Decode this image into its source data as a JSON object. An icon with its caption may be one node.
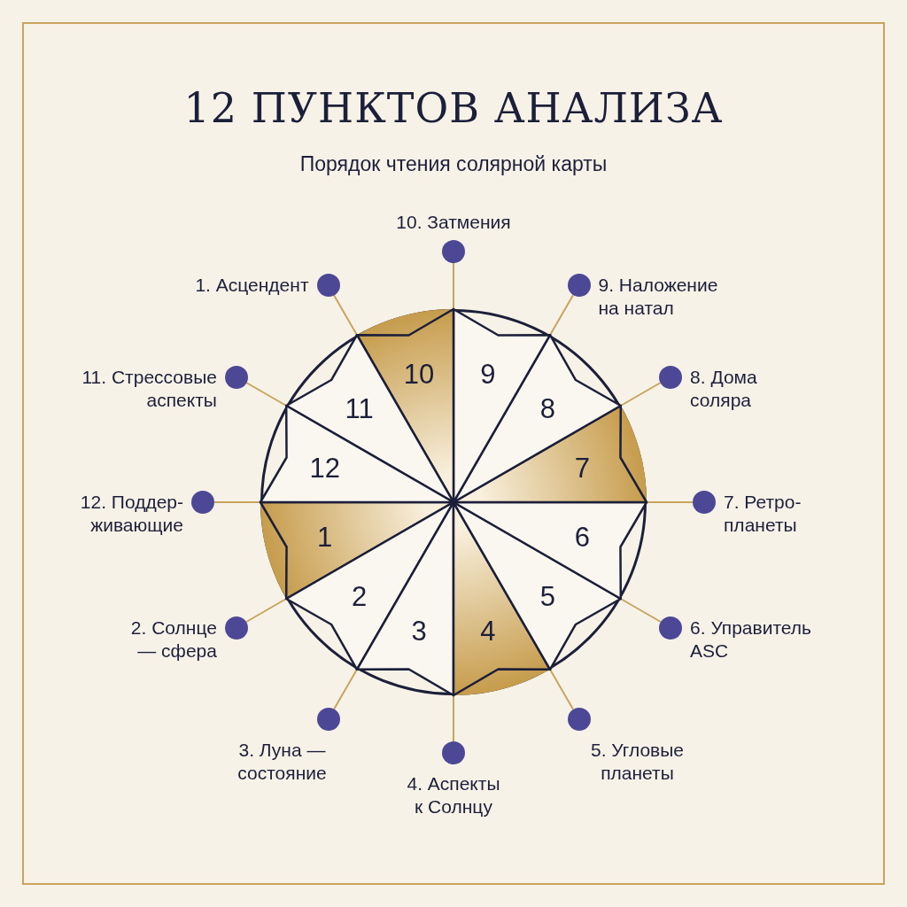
{
  "diagram": {
    "title": "12 ПУНКТОВ АНАЛИЗА",
    "nodes": [
      {
        "text": [],
        "shape": "circle"
      },
      {
        "text": [
          "1"
        ],
        "in": 0
      },
      {
        "text": [
          "2"
        ],
        "in": 0
      },
      {
        "text": [
          "3"
        ],
        "in": 0
      },
      {
        "text": [
          "4"
        ],
        "in": 0
      },
      {
        "text": [
          "5"
        ],
        "in": 0
      },
      {
        "text": [
          "6"
        ],
        "in": 0
      },
      {
        "text": [
          "7"
        ],
        "in": 0
      },
      {
        "text": [
          "8"
        ],
        "in": 0
      },
      {
        "text": [
          "9"
        ],
        "in": 0
      },
      {
        "text": [
          "10"
        ],
        "in": 0
      },
      {
        "text": [
          "11"
        ],
        "in": 0
      },
      {
        "text": [
          "12"
        ],
        "in": 0
      },
      {
        "text": [],
        "shape": "circle",
        "beside": [
          "1. Асцендент"
        ]
      },
      {
        "text": [],
        "shape": "circle",
        "beside": [
          "2. Солнце — сфера"
        ]
      },
      {
        "text": [],
        "shape": "circle",
        "beside": [
          "3. Луна — состояние"
        ]
      },
      {
        "text": [],
        "shape": "circle",
        "beside": [
          "4. Аспекты к Солнцу"
        ]
      },
      {
        "text": [],
        "shape": "circle",
        "beside": [
          "5. Угловые планеты"
        ]
      },
      {
        "text": [],
        "shape": "circle",
        "beside": [
          "6. Управитель ASC"
        ]
      },
      {
        "text": [],
        "shape": "circle",
        "beside": [
          "7. Ретро- планеты"
        ]
      },
      {
        "text": [],
        "shape": "circle",
        "beside": [
          "8. Дома соляра"
        ]
      },
      {
        "text": [],
        "shape": "circle",
        "beside": [
          "9. Наложение на натал"
        ]
      },
      {
        "text": [],
        "shape": "circle",
        "beside": [
          "10. Затмения"
        ]
      },
      {
        "text": [],
        "shape": "circle",
        "beside": [
          "11. Стрессовые аспекты"
        ]
      },
      {
        "text": [],
        "shape": "circle",
        "beside": [
          "12. Поддер- живающие"
        ]
      }
    ],
    "edges": [
      {
        "from": 13,
        "to": 0,
        "arrow": "none"
      },
      {
        "from": 14,
        "to": 0,
        "arrow": "none"
      },
      {
        "from": 15,
        "to": 0,
        "arrow": "none"
      },
      {
        "from": 16,
        "to": 0,
        "arrow": "none"
      },
      {
        "from": 17,
        "to": 0,
        "arrow": "none"
      },
      {
        "from": 18,
        "to": 0,
        "arrow": "none"
      },
      {
        "from": 19,
        "to": 0,
        "arrow": "none"
      },
      {
        "from": 20,
        "to": 0,
        "arrow": "none"
      },
      {
        "from": 21,
        "to": 0,
        "arrow": "none"
      },
      {
        "from": 22,
        "to": 0,
        "arrow": "none"
      },
      {
        "from": 23,
        "to": 0,
        "arrow": "none"
      },
      {
        "from": 24,
        "to": 0,
        "arrow": "none"
      }
    ],
    "labels": [
      "Порядок чтения солярной карты"
    ]
  }
}
